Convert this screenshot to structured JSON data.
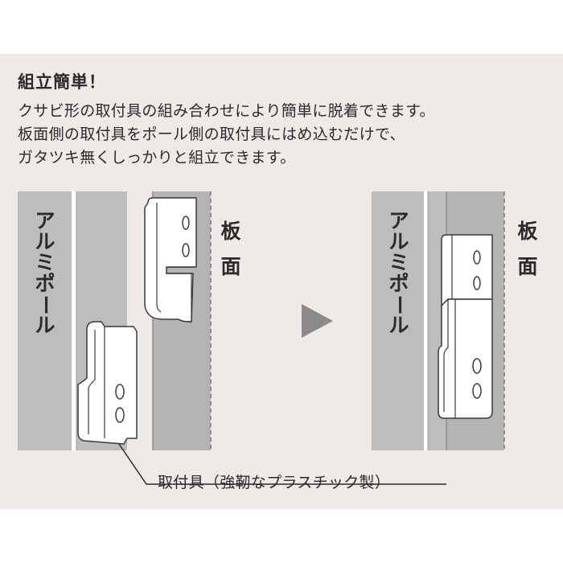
{
  "title": "組立簡単！",
  "description": [
    "クサビ形の取付具の組み合わせにより簡単に脱着できます。",
    "板面側の取付具をポール側の取付具にはめ込むだけで、",
    "ガタツキ無くしっかりと組立できます。"
  ],
  "left_figure": {
    "pole_label": [
      "ア",
      "ル",
      "ミ",
      "ポ",
      "ー",
      "ル"
    ],
    "board_label": [
      "板",
      "面"
    ]
  },
  "right_figure": {
    "pole_label": [
      "ア",
      "ル",
      "ミ",
      "ポ",
      "ー",
      "ル"
    ],
    "board_label": [
      "板",
      "面"
    ]
  },
  "caption": "取付具（強靭なプラスチック製）",
  "colors": {
    "panel_bg": "#efe9e8",
    "pole_gray": "#bdbdbd",
    "board_gray": "#b4b4b4",
    "fixture_white": "#ffffff",
    "arrow_gray": "#8a8a8a",
    "text": "#2b2b2b"
  },
  "icons": {
    "arrow": "play-triangle-icon"
  }
}
